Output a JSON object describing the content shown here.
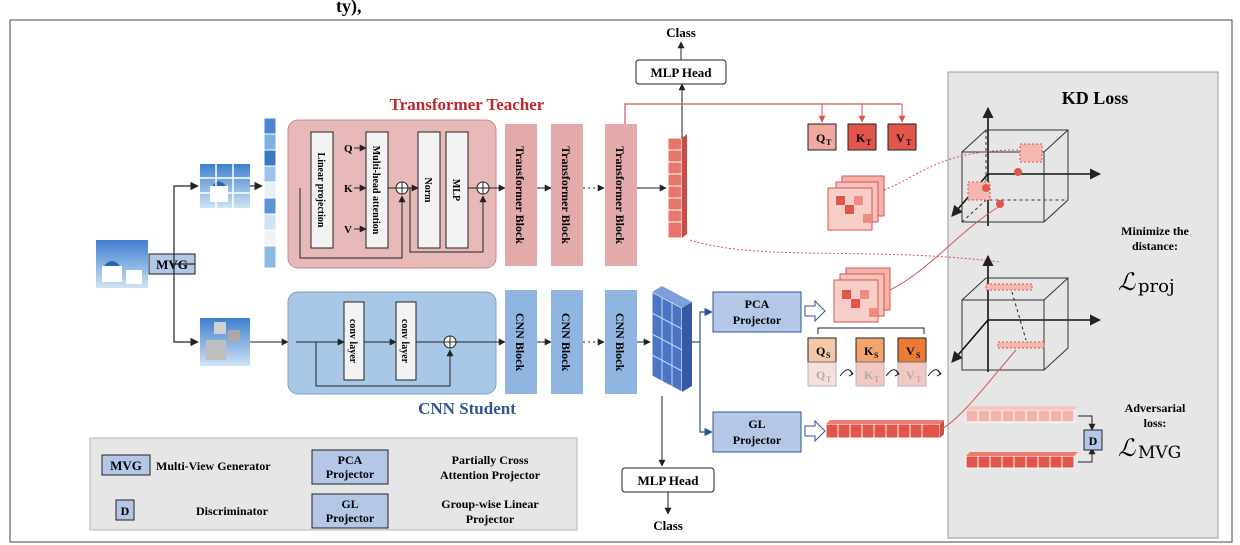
{
  "title_top_fragment": "ty),",
  "teacher": {
    "title": "Transformer Teacher",
    "linear_projection": "Linear projection",
    "multihead_attention": "Multi-head attention",
    "norm": "Norm",
    "mlp": "MLP",
    "q": "Q",
    "k": "K",
    "v": "V",
    "block": "Transformer Block"
  },
  "student": {
    "title": "CNN Student",
    "conv_layer": "conv layer",
    "block": "CNN Block"
  },
  "mvg": "MVG",
  "mlp_head": "MLP Head",
  "class": "Class",
  "pca_projector": [
    "PCA",
    "Projector"
  ],
  "gl_projector": [
    "GL",
    "Projector"
  ],
  "qkv_teacher": [
    "Q",
    "K",
    "V"
  ],
  "qkv_teacher_sub": "T",
  "qkv_student": [
    "Q",
    "K",
    "V"
  ],
  "qkv_student_sub": "S",
  "kd": {
    "title": "KD Loss",
    "minimize": [
      "Minimize the",
      "distance:"
    ],
    "proj_loss": "ℒ",
    "proj_sub": "proj",
    "adv": [
      "Adversarial",
      "loss:"
    ],
    "mvg_loss": "ℒ",
    "mvg_sub": "MVG",
    "d": "D"
  },
  "legend": {
    "mvg_key": "MVG",
    "mvg_desc": "Multi-View Generator",
    "pca_key": [
      "PCA",
      "Projector"
    ],
    "pca_desc": [
      "Partially Cross",
      "Attention Projector"
    ],
    "d_key": "D",
    "d_desc": "Discriminator",
    "gl_key": [
      "GL",
      "Projector"
    ],
    "gl_desc": [
      "Group-wise Linear",
      "Projector"
    ]
  },
  "colors": {
    "teacher_bg": "#e8b9b9",
    "teacher_block": "#e3aaaa",
    "teacher_title": "#c0272d",
    "student_bg": "#a9c8e8",
    "student_block": "#8fb5e0",
    "student_title": "#2f5597",
    "projector": "#b4c7e7",
    "kd_bg": "#e6e6e6",
    "red": "#e2554a"
  }
}
